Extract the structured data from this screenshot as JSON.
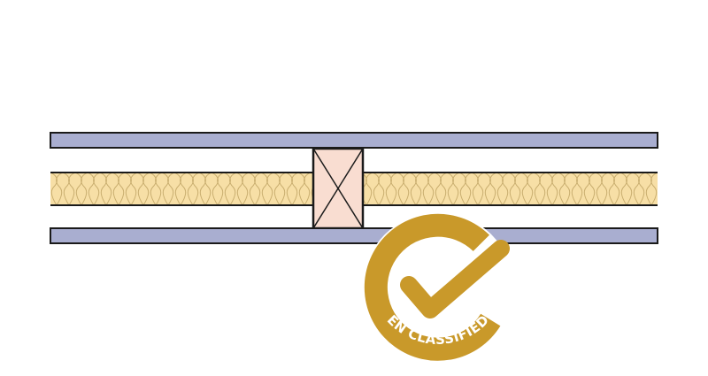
{
  "diagram": {
    "colors": {
      "background": "#ffffff",
      "board": "#a9aed0",
      "insulation_fill": "#f7dfa6",
      "insulation_curl": "#c8ad6e",
      "stud_fill": "#f9ddd1",
      "outline": "#1a1a1a",
      "badge_gold": "#c9992a"
    },
    "components": {
      "top_board": "plasterboard-layer",
      "insulation": "mineral-wool-insulation",
      "stud": "timber-stud-section",
      "bottom_board": "plasterboard-layer"
    }
  },
  "badge": {
    "label": "EN CLASSIFIED",
    "icon": "checkmark-seal-icon"
  }
}
